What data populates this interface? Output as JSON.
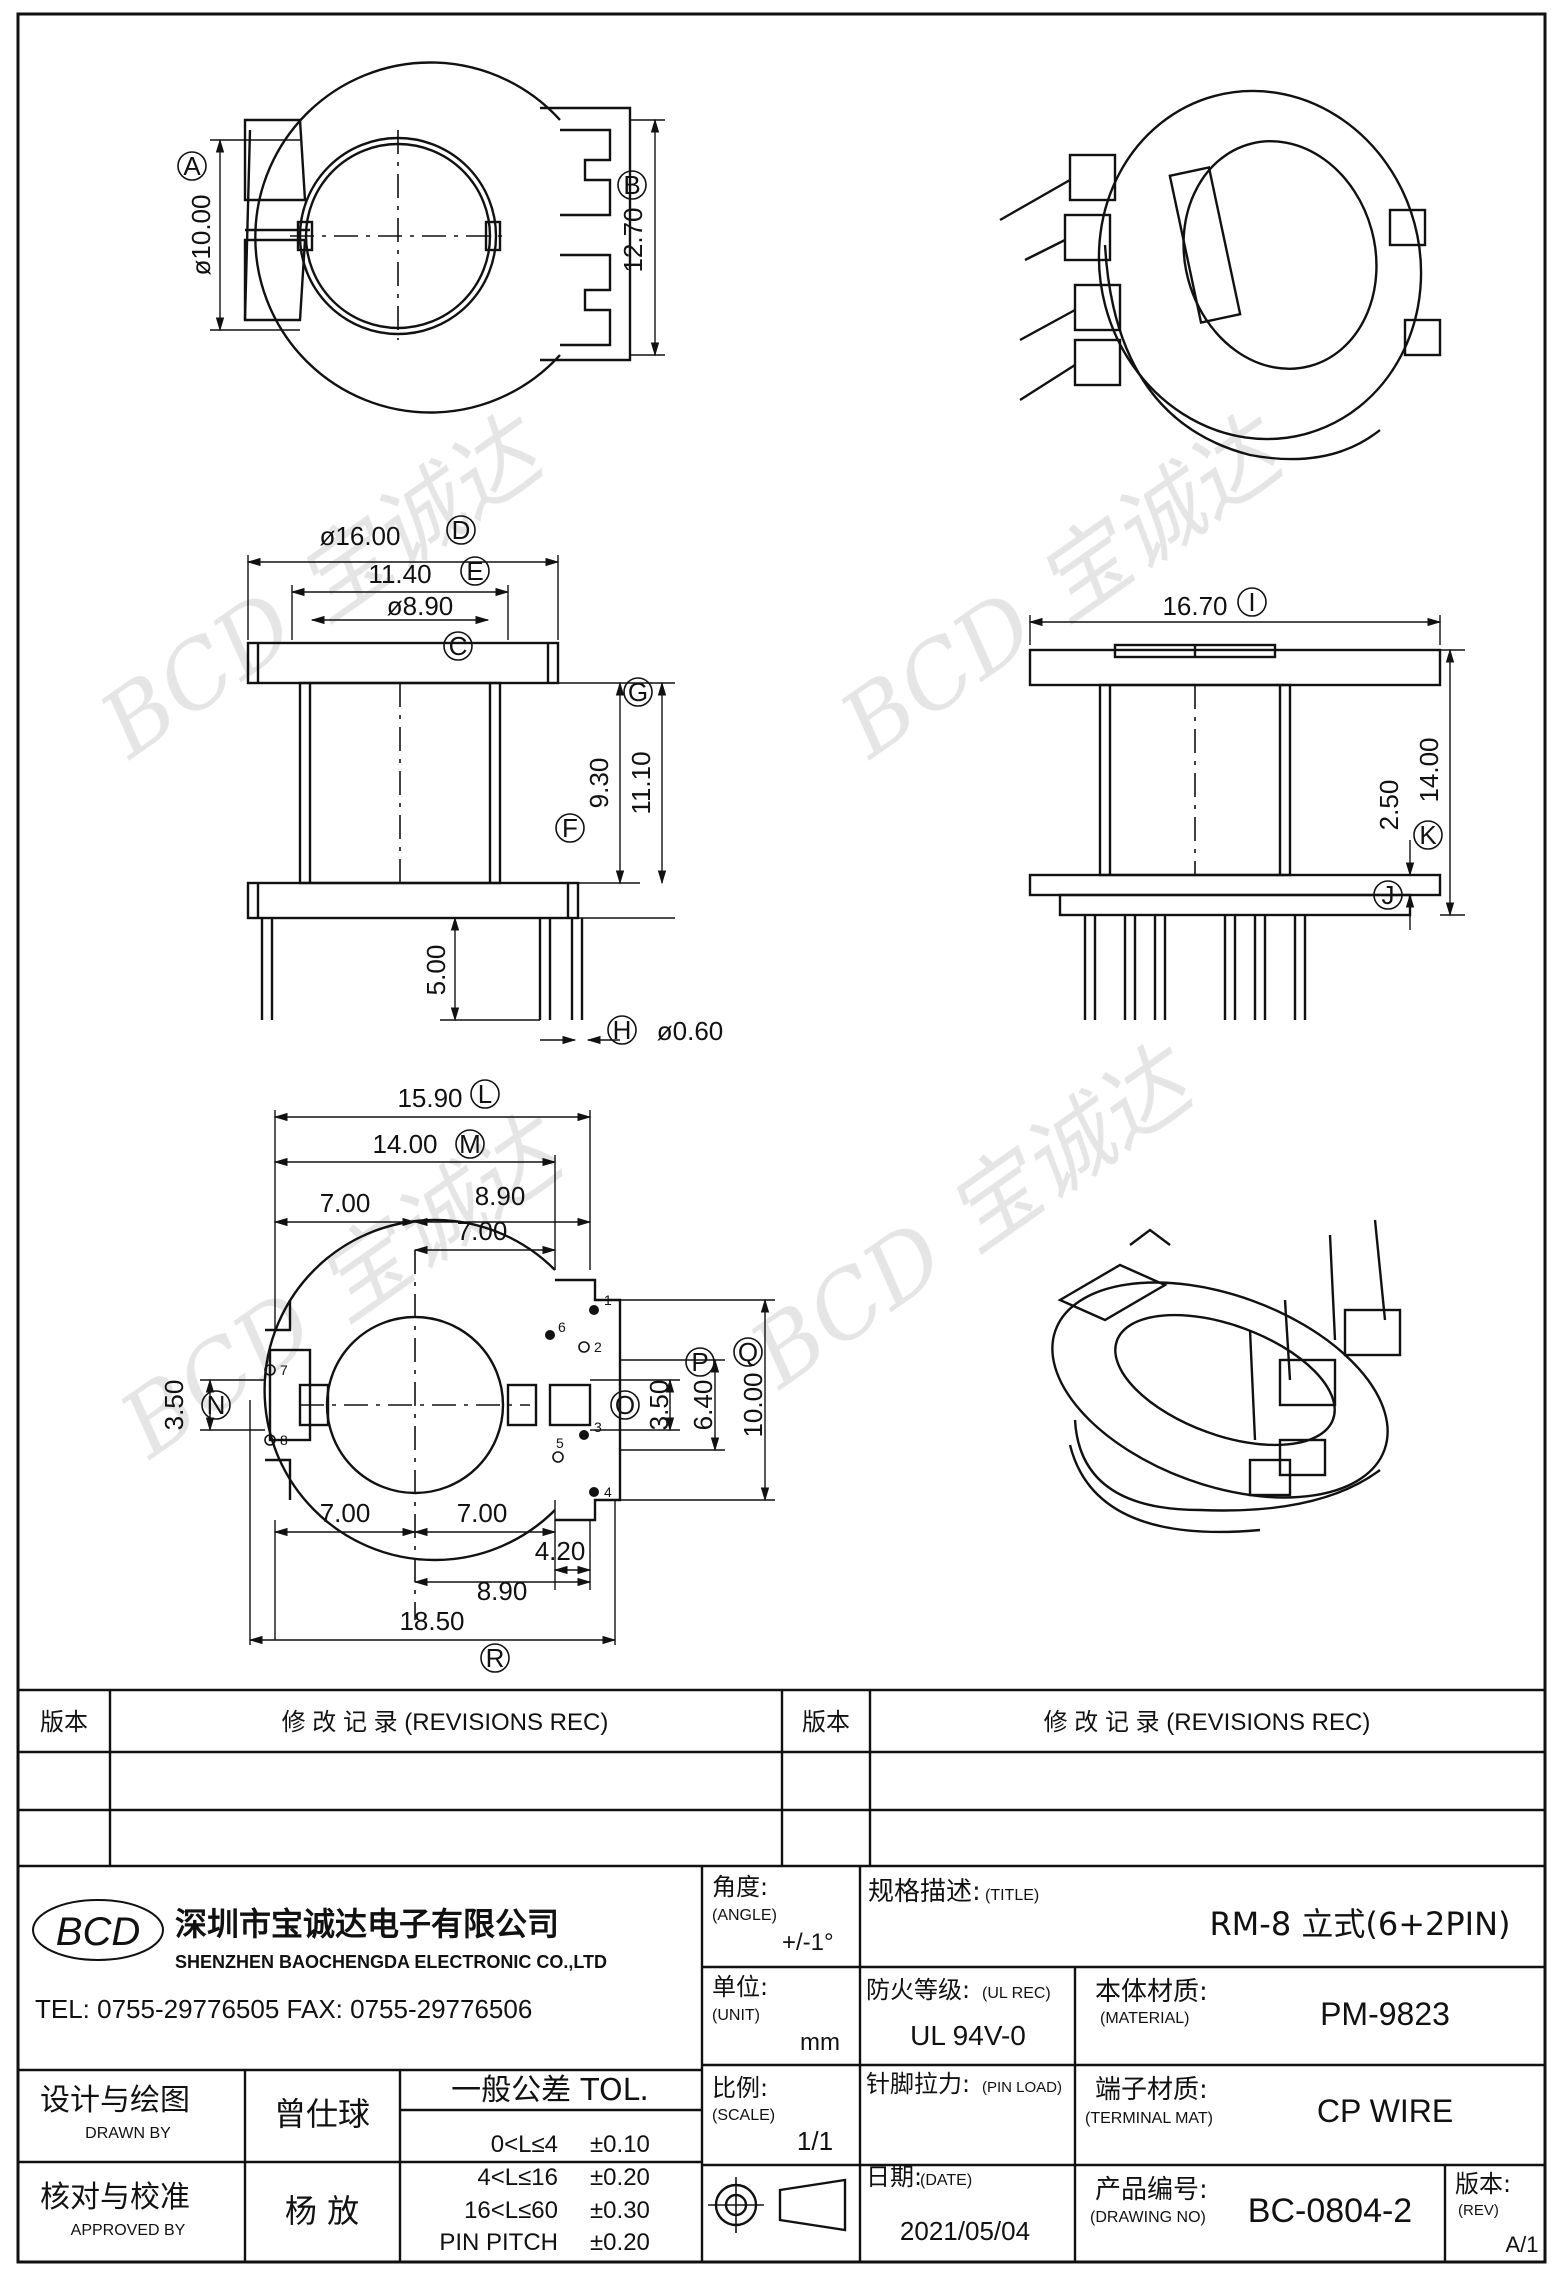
{
  "dims": {
    "a_label": "A",
    "a_val": "ø10.00",
    "b_label": "B",
    "b_val": "12.70",
    "d_label": "D",
    "d_val": "ø16.00",
    "e_label": "E",
    "e_val": "11.40",
    "c_label": "C",
    "c_val": "ø8.90",
    "g_label": "G",
    "f_label": "F",
    "v930": "9.30",
    "v1110": "11.10",
    "v500": "5.00",
    "h_label": "H",
    "h_val": "ø0.60",
    "i_label": "I",
    "i_val": "16.70",
    "v250": "2.50",
    "k_label": "K",
    "k_val": "14.00",
    "j_label": "J",
    "l_label": "L",
    "l_val": "15.90",
    "m_label": "M",
    "m_val": "14.00",
    "v700a": "7.00",
    "v890a": "8.90",
    "v700b": "7.00",
    "n_label": "N",
    "n_val": "3.50",
    "o_label": "O",
    "o_val": "3.50",
    "p_label": "P",
    "p_val": "6.40",
    "q_label": "Q",
    "q_val": "10.00",
    "v700c": "7.00",
    "v700d": "7.00",
    "v420": "4.20",
    "v890b": "8.90",
    "r_label": "R",
    "r_val": "18.50",
    "pins": [
      "1",
      "2",
      "3",
      "4",
      "5",
      "6",
      "7",
      "8"
    ]
  },
  "titleblock": {
    "rev_header_left": "版本",
    "rev_rec_left": "修 改 记 录 (REVISIONS REC)",
    "rev_header_right": "版本",
    "rev_rec_right": "修 改 记 录 (REVISIONS REC)",
    "logo_text": "BCD",
    "company_cn": "深圳市宝诚达电子有限公司",
    "company_en": "SHENZHEN BAOCHENGDA ELECTRONIC CO.,LTD",
    "phone": "TEL: 0755-29776505  FAX: 0755-29776506",
    "angle_cn": "角度:",
    "angle_en": "(ANGLE)",
    "angle_val": "+/-1°",
    "title_cn": "规格描述:",
    "title_en": "(TITLE)",
    "title_val": "RM-8 立式(6+2PIN)",
    "unit_cn": "单位:",
    "unit_en": "(UNIT)",
    "unit_val": "mm",
    "ul_cn": "防火等级:",
    "ul_en": "(UL REC)",
    "ul_val": "UL 94V-0",
    "mat_cn": "本体材质:",
    "mat_en": "(MATERIAL)",
    "mat_val": "PM-9823",
    "drawn_cn": "设计与绘图",
    "drawn_en": "DRAWN BY",
    "drawn_val": "曾仕球",
    "tol_title": "一般公差 TOL.",
    "tol_rows": [
      {
        "range": "0<L≤4",
        "val": "±0.10"
      },
      {
        "range": "4<L≤16",
        "val": "±0.20"
      },
      {
        "range": "16<L≤60",
        "val": "±0.30"
      },
      {
        "range": "PIN PITCH",
        "val": "±0.20"
      }
    ],
    "scale_cn": "比例:",
    "scale_en": "(SCALE)",
    "scale_val": "1/1",
    "pinload_cn": "针脚拉力:",
    "pinload_en": "(PIN LOAD)",
    "term_cn": "端子材质:",
    "term_en": "(TERMINAL MAT)",
    "term_val": "CP WIRE",
    "approved_cn": "核对与校准",
    "approved_en": "APPROVED BY",
    "approved_val": "杨 放",
    "date_cn": "日期:",
    "date_en": "(DATE)",
    "date_val": "2021/05/04",
    "dwg_cn": "产品编号:",
    "dwg_en": "(DRAWING NO)",
    "dwg_val": "BC-0804-2",
    "rev_cn": "版本:",
    "rev_en": "(REV)",
    "rev_val": "A/1"
  }
}
